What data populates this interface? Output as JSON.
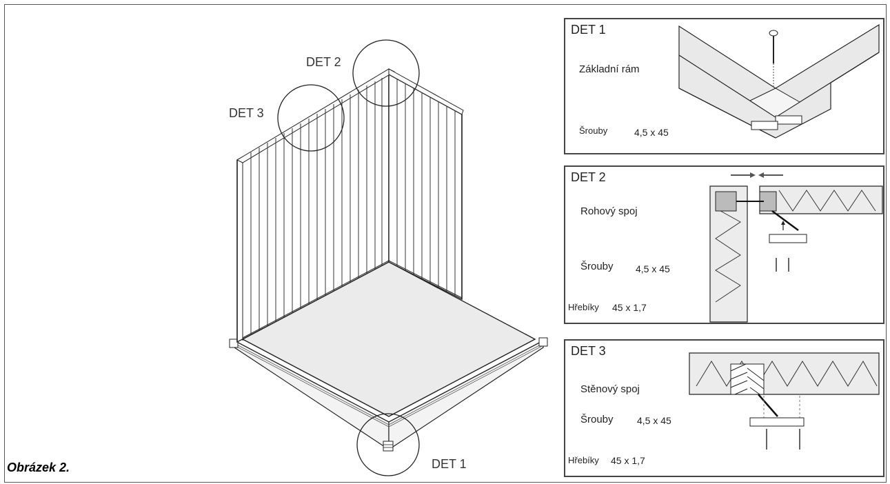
{
  "caption": "Obrázek 2.",
  "main_figure": {
    "callouts": {
      "det1": "DET 1",
      "det2": "DET 2",
      "det3": "DET 3"
    }
  },
  "panels": {
    "det1": {
      "title": "DET 1",
      "subtitle": "Základní rám",
      "screws_label": "Šrouby",
      "screws_size": "4,5 x 45"
    },
    "det2": {
      "title": "DET 2",
      "subtitle": "Rohový spoj",
      "screws_label": "Šrouby",
      "screws_size": "4,5 x 45",
      "nails_label": "Hřebíky",
      "nails_size": "45 x 1,7"
    },
    "det3": {
      "title": "DET 3",
      "subtitle": "Stěnový spoj",
      "screws_label": "Šrouby",
      "screws_size": "4,5 x 45",
      "nails_label": "Hřebíky",
      "nails_size": "45 x 1,7"
    }
  }
}
